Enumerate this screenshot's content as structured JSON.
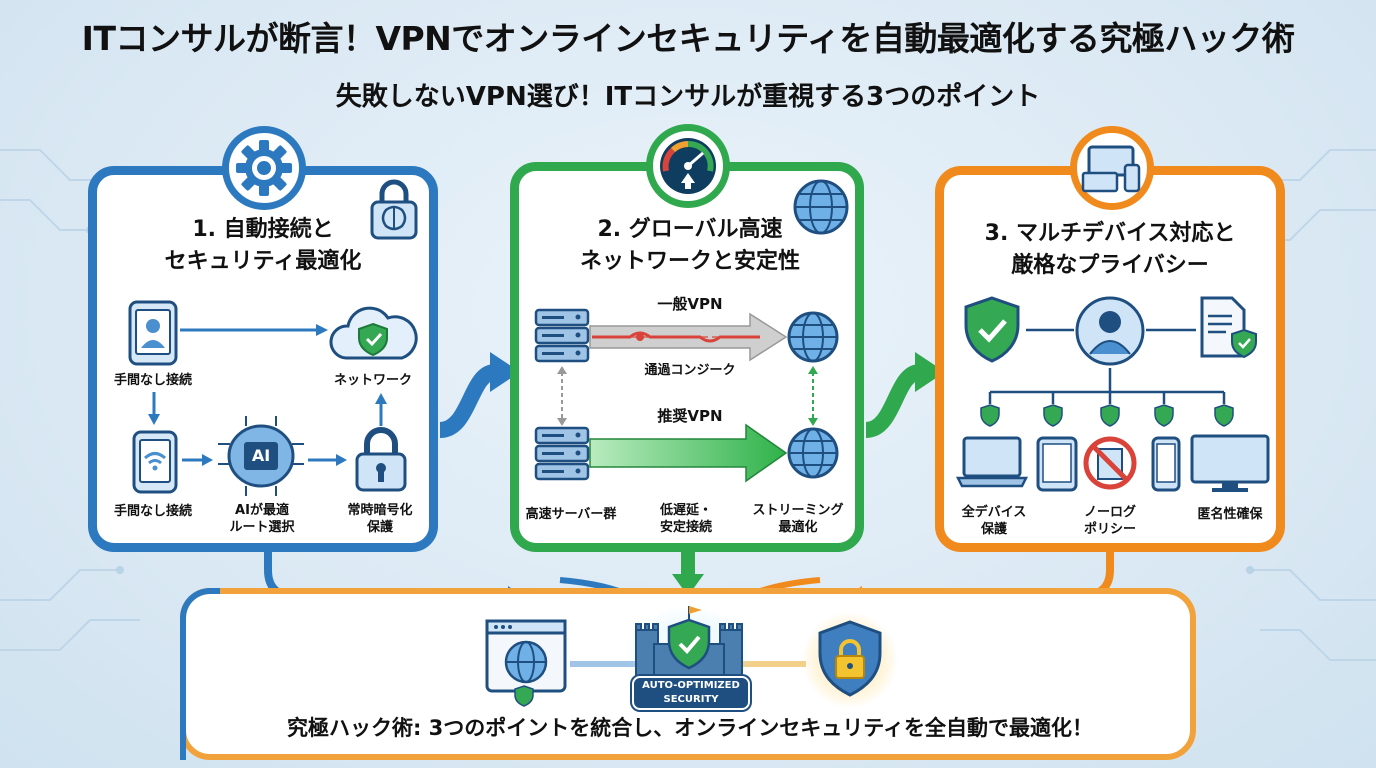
{
  "header": {
    "title": "ITコンサルが断言！VPNでオンラインセキュリティを自動最適化する究極ハック術",
    "subtitle": "失敗しないVPN選び！ITコンサルが重視する3つのポイント"
  },
  "panel1": {
    "title_line1": "1. 自動接続と",
    "title_line2": "セキュリティ最適化",
    "labels": {
      "phone_top": "手間なし接続",
      "network": "ネットワーク",
      "phone_bottom": "手間なし接続",
      "ai_line1": "AIが最適",
      "ai_line2": "ルート選択",
      "lock_line1": "常時暗号化",
      "lock_line2": "保護",
      "ai_chip": "AI"
    }
  },
  "panel2": {
    "title_line1": "2. グローバル高速",
    "title_line2": "ネットワークと安定性",
    "labels": {
      "general_vpn": "一般VPN",
      "congestion": "通過コンジーク",
      "recommended_vpn": "推奨VPN",
      "servers": "高速サーバー群",
      "latency_line1": "低遅延・",
      "latency_line2": "安定接続",
      "streaming_line1": "ストリーミング",
      "streaming_line2": "最適化"
    }
  },
  "panel3": {
    "title_line1": "3. マルチデバイス対応と",
    "title_line2": "厳格なプライバシー",
    "labels": {
      "all_devices_line1": "全デバイス",
      "all_devices_line2": "保護",
      "nolog_line1": "ノーログ",
      "nolog_line2": "ポリシー",
      "anonymity": "匿名性確保"
    }
  },
  "bottom": {
    "badge_line1": "AUTO-OPTIMIZED",
    "badge_line2": "SECURITY",
    "summary": "究極ハック術: 3つのポイントを統合し、オンラインセキュリティを全自動で最適化！"
  },
  "colors": {
    "blue": "#2d79c0",
    "green": "#30a84e",
    "orange": "#f08a1c",
    "red": "#d9433a"
  }
}
